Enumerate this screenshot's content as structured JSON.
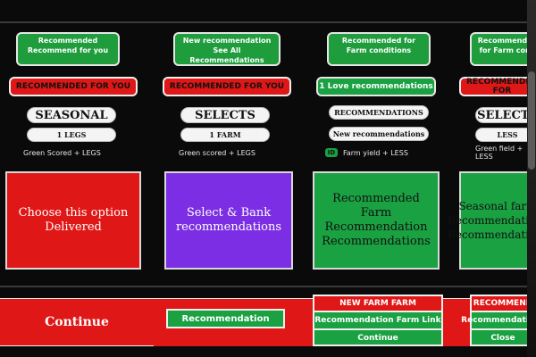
{
  "columns": [
    {
      "tag": "Recommended\nRecommend for you",
      "red_label": "RECOMMENDED FOR YOU",
      "white_title": "SEASONAL",
      "white_sub": "1 LEGS",
      "meta": "Green Scored + LEGS",
      "card": "Choose this option\nDelivered",
      "card_bg": "#e01717",
      "card_text_color": "#ffffff"
    },
    {
      "tag": "New recommendation\nSee All Recommendations",
      "red_label": "RECOMMENDED FOR YOU",
      "white_title": "SELECTS",
      "white_sub": "1 FARM",
      "meta": "Green scored + LEGS",
      "card": "Select & Bank\nrecommendations",
      "card_bg": "#7b2ee3",
      "card_text_color": "#ffffff"
    },
    {
      "tag": "Recommended for\nFarm conditions",
      "red_label": "1 Love recommendations",
      "white_title": "RECOMMENDATIONS",
      "white_sub": "New recommendations",
      "meta": "Farm yield + LESS",
      "card": "Recommended\nFarm Recommendation\nRecommendations",
      "card_bg": "#1aa142",
      "card_text_color": "#111111"
    },
    {
      "tag": "Recommended for\nFarm cond",
      "red_label": "RECOMMENDED FOR",
      "white_title": "SELECTS",
      "white_sub": "LESS",
      "meta": "Green field + LESS",
      "card": "Seasonal farm\nRecommendations\nRecommendations",
      "card_bg": "#1aa142",
      "card_text_color": "#111111"
    }
  ],
  "footer": {
    "left": "Continue",
    "button": "Recommendation",
    "panel1": {
      "header": "NEW FARM FARM",
      "row1": "Recommendation Farm Link",
      "row2": "Continue"
    },
    "panel2": {
      "header": "RECOMMEND",
      "row1": "Recommendations",
      "row2": "Close"
    }
  }
}
